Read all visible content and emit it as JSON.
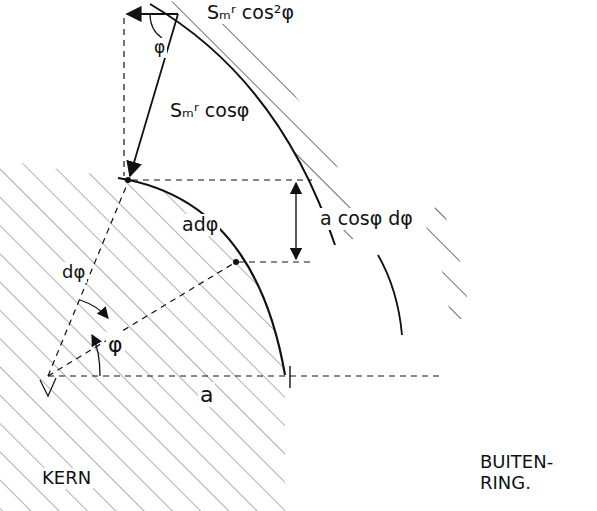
{
  "diagram": {
    "labels": [
      "Sₘʳ cos²φ",
      "φ",
      "Sₘʳ cosφ",
      "adφ",
      "a cosφ dφ",
      "dφ",
      "φ",
      "a",
      "KERN",
      "BUITEN- RING."
    ]
  }
}
